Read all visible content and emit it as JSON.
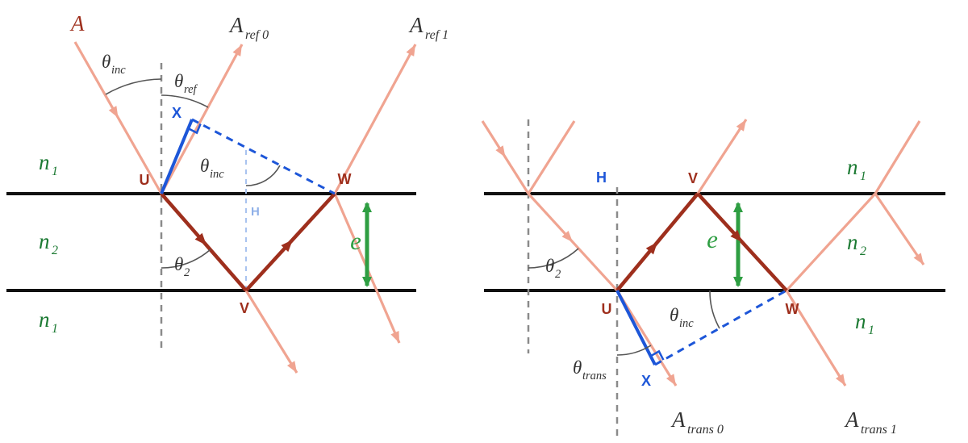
{
  "figure": {
    "description_colors": {
      "ray_salmon": "#f0a491",
      "highlighted_path_red": "#9e2f1d",
      "construction_blue": "#1d56d8",
      "construction_light_blue": "#a9c3ef",
      "index_label_green": "#1c7a33",
      "thickness_green": "#2e9e42",
      "interface_black": "#111111",
      "normal_dashed_gray": "#8a8a8a",
      "angle_label_dark": "#333333"
    }
  },
  "left": {
    "ray_labels": {
      "incident": "A",
      "ref0": {
        "base": "A",
        "sub": "ref 0"
      },
      "ref1": {
        "base": "A",
        "sub": "ref 1"
      }
    },
    "angle_labels": {
      "inc_top": {
        "base": "θ",
        "sub": "inc"
      },
      "ref": {
        "base": "θ",
        "sub": "ref"
      },
      "inc_mid": {
        "base": "θ",
        "sub": "inc"
      },
      "two": {
        "base": "θ",
        "sub": "2"
      }
    },
    "point_labels": {
      "U": "U",
      "V": "V",
      "W": "W",
      "X": "X",
      "H": "H"
    },
    "index_labels": {
      "top": {
        "base": "n",
        "sub": "1"
      },
      "middle": {
        "base": "n",
        "sub": "2"
      },
      "bottom": {
        "base": "n",
        "sub": "1"
      }
    },
    "thickness_label": "e"
  },
  "right": {
    "ray_labels": {
      "trans0": {
        "base": "A",
        "sub": "trans 0"
      },
      "trans1": {
        "base": "A",
        "sub": "trans 1"
      }
    },
    "angle_labels": {
      "two": {
        "base": "θ",
        "sub": "2"
      },
      "trans": {
        "base": "θ",
        "sub": "trans"
      },
      "inc": {
        "base": "θ",
        "sub": "inc"
      }
    },
    "point_labels": {
      "U": "U",
      "V": "V",
      "W": "W",
      "X": "X",
      "H": "H"
    },
    "index_labels": {
      "top": {
        "base": "n",
        "sub": "1"
      },
      "middle": {
        "base": "n",
        "sub": "2"
      },
      "bottom": {
        "base": "n",
        "sub": "1"
      }
    },
    "thickness_label": "e"
  }
}
